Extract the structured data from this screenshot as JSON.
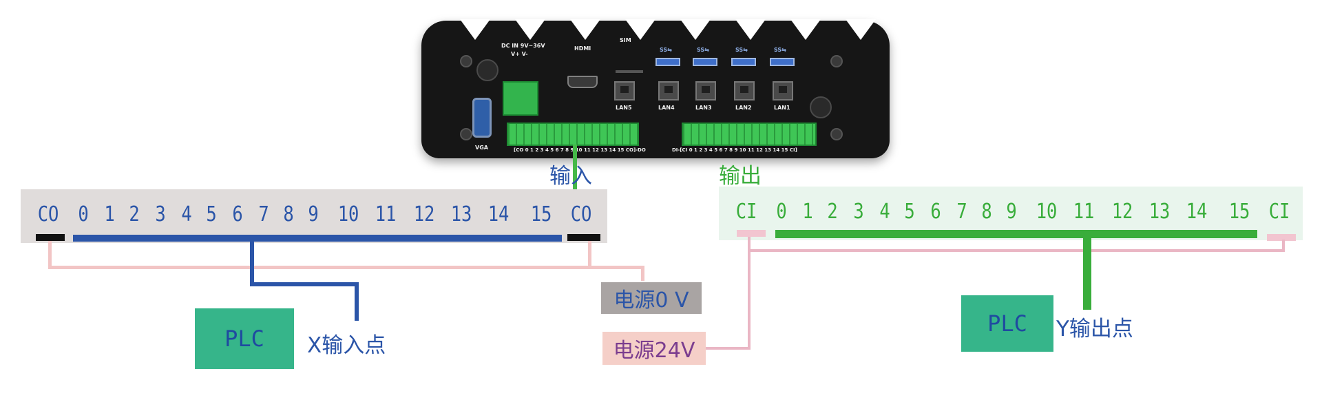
{
  "device": {
    "port_labels": {
      "dc_in": "DC IN 9V~36V",
      "polarity": "V+  V-",
      "hdmi": "HDMI",
      "sim": "SIM",
      "vga": "VGA",
      "lan": [
        "LAN5",
        "LAN4",
        "LAN3",
        "LAN2",
        "LAN1"
      ],
      "usb": [
        "SS⇆",
        "SS⇆",
        "SS⇆",
        "SS⇆"
      ],
      "do_terminal": "[CO 0 1 2 3 4 5 6 7 8 9 10 11 12 13 14 15 CO]-DO",
      "di_terminal": "DI-[CI 0 1 2 3 4 5 6 7 8 9 10 11 12 13 14 15 CI]"
    }
  },
  "input_panel": {
    "caption": "输入",
    "terminals": [
      "CO",
      "0",
      "1",
      "2",
      "3",
      "4",
      "5",
      "6",
      "7",
      "8",
      "9",
      "10",
      "11",
      "12",
      "13",
      "14",
      "15",
      "CO"
    ]
  },
  "output_panel": {
    "caption": "输出",
    "terminals": [
      "CI",
      "0",
      "1",
      "2",
      "3",
      "4",
      "5",
      "6",
      "7",
      "8",
      "9",
      "10",
      "11",
      "12",
      "13",
      "14",
      "15",
      "CI"
    ]
  },
  "labels": {
    "power_0v": "电源0 V",
    "power_24v": "电源24V",
    "plc_left": "PLC",
    "plc_right": "PLC",
    "x_input_point": "X输入点",
    "y_output_point": "Y输出点"
  },
  "colors": {
    "input_blue": "#2b55a8",
    "output_green": "#39ad3b",
    "wire_pink": "#f2c5c5",
    "wire_pink_dark": "#eab6c4",
    "plc_box": "#36b58a",
    "power_0v_bg": "#a9a4a3",
    "power_24v_bg": "#f5cfc8"
  }
}
